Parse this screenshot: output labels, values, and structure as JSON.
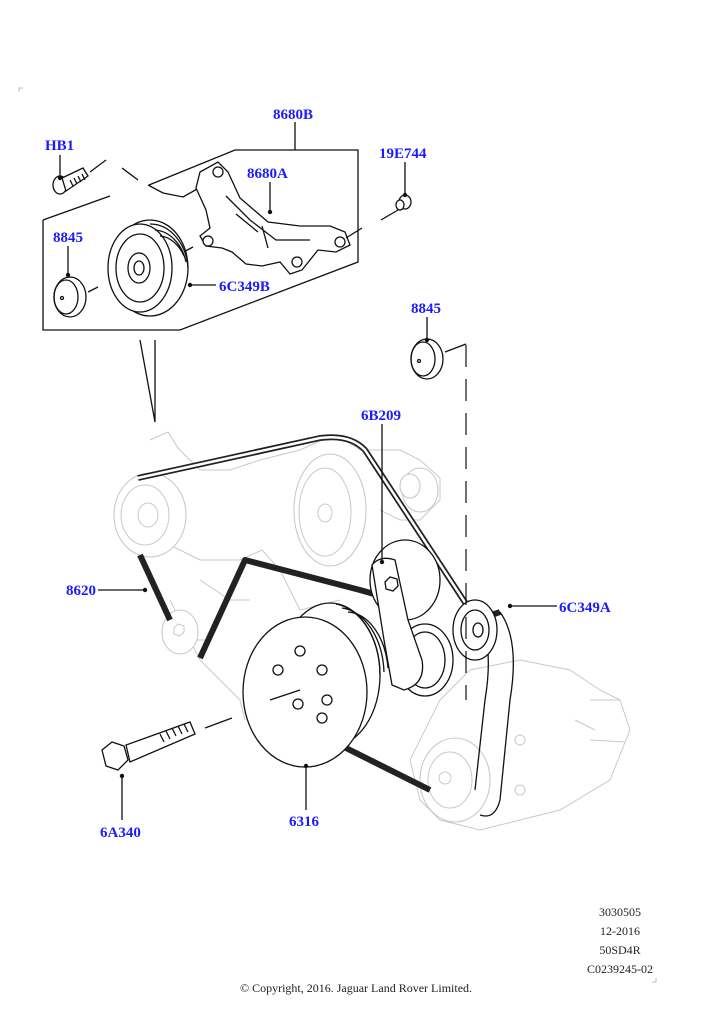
{
  "diagram": {
    "title": "Accessory drive belt, tensioner and pulleys",
    "callouts": [
      {
        "id": "HB1",
        "label": "HB1"
      },
      {
        "id": "8680B",
        "label": "8680B"
      },
      {
        "id": "8680A",
        "label": "8680A"
      },
      {
        "id": "19E744",
        "label": "19E744"
      },
      {
        "id": "8845-upper",
        "label": "8845"
      },
      {
        "id": "6C349B",
        "label": "6C349B"
      },
      {
        "id": "8845-lower",
        "label": "8845"
      },
      {
        "id": "6B209",
        "label": "6B209"
      },
      {
        "id": "8620",
        "label": "8620"
      },
      {
        "id": "6C349A",
        "label": "6C349A"
      },
      {
        "id": "6A340",
        "label": "6A340"
      },
      {
        "id": "6316",
        "label": "6316"
      }
    ],
    "colors": {
      "callout": "#1a1aff",
      "linework": "#111111",
      "ghost_linework": "#c9c9c9"
    }
  },
  "footer": {
    "ref_lines": [
      "3030505",
      "12-2016",
      "50SD4R",
      "C0239245-02"
    ],
    "copyright": "© Copyright, 2016. Jaguar Land Rover Limited."
  }
}
